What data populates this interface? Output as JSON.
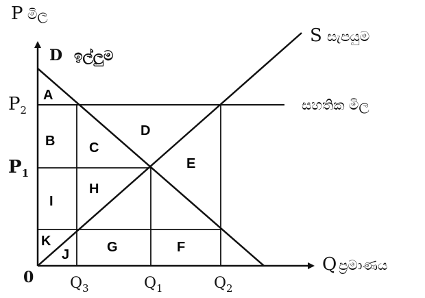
{
  "axes": {
    "origin": "0",
    "y_label_letter": "P",
    "y_label_word": "මිල",
    "x_label_letter": "Q",
    "x_label_word": "ප්‍රමාණය"
  },
  "curves": {
    "demand_letter": "D",
    "demand_word": "ඉල්ලුම",
    "supply_letter": "S",
    "supply_word": "සැපයුම",
    "price_line_word": "සහතික මිල"
  },
  "ticks": {
    "p2": "P",
    "p2_sub": "2",
    "p1": "P",
    "p1_sub": "1",
    "q3": "Q",
    "q3_sub": "3",
    "q1": "Q",
    "q1_sub": "1",
    "q2": "Q",
    "q2_sub": "2"
  },
  "regions": {
    "A": "A",
    "B": "B",
    "C": "C",
    "D": "D",
    "E": "E",
    "F": "F",
    "G": "G",
    "H": "H",
    "I": "I",
    "J": "J",
    "K": "K"
  }
}
